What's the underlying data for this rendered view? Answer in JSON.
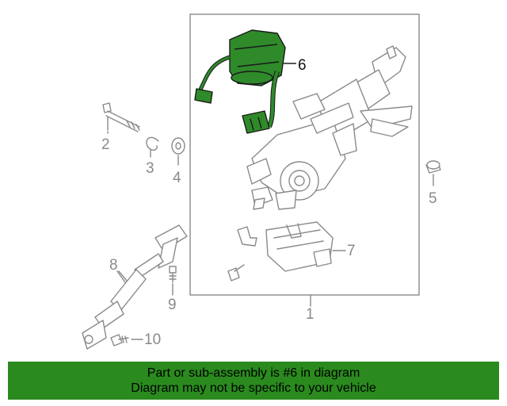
{
  "diagram": {
    "highlight_color": "#2f8a2a",
    "callouts": {
      "c1": "1",
      "c2": "2",
      "c3": "3",
      "c4": "4",
      "c5": "5",
      "c6": "6",
      "c7": "7",
      "c8": "8",
      "c9": "9",
      "c10": "10"
    }
  },
  "banner": {
    "line1": "Part or sub-assembly is #6 in diagram",
    "line2": "Diagram may not be specific to your vehicle",
    "color": "#2a8a1e"
  }
}
